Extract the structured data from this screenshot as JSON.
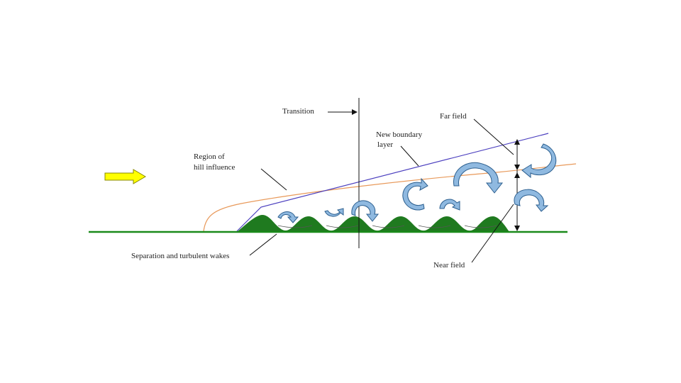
{
  "diagram": {
    "labels": {
      "transition": "Transition",
      "far_field": "Far field",
      "new_boundary_layer_1": "New boundary",
      "new_boundary_layer_2": "layer",
      "hill_influence_1": "Region of",
      "hill_influence_2": "hill influence",
      "separation": "Separation and turbulent wakes",
      "near_field": "Near field"
    },
    "colors": {
      "ground": "#1a8a1a",
      "hills": "#1f7a1f",
      "boundary_layer_line": "#4b3fbf",
      "influence_curve": "#e8995a",
      "eddy_fill": "#8fb9e0",
      "eddy_stroke": "#2c5f8f",
      "flow_arrow_fill": "#ffff00",
      "flow_arrow_stroke": "#8a8a00",
      "line": "#111111"
    },
    "icons": {
      "flow_direction": "right-arrow-icon",
      "eddy": "curved-arrow-icon"
    }
  }
}
